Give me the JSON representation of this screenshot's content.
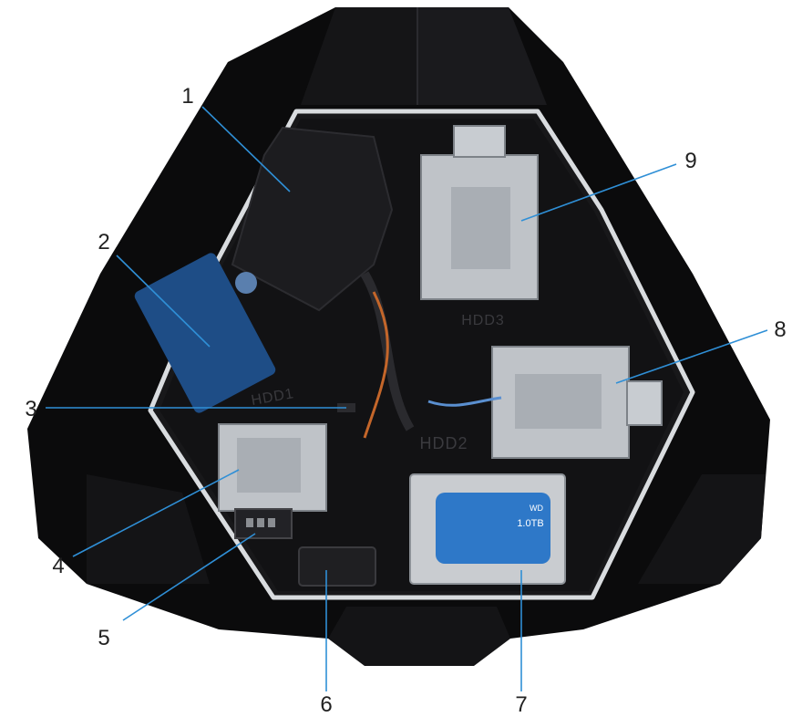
{
  "colors": {
    "chassis": "#0b0b0c",
    "chassis_highlight": "#2a2a2e",
    "tray": "#bfc3c8",
    "tray_edge": "#7d8288",
    "hdd_label": "#2e78c8",
    "leader": "#2f8fd6",
    "frame": "#d9dcdf"
  },
  "panel_labels": {
    "hdd3": "HDD3",
    "hdd2": "HDD2",
    "hdd1": "HDD1"
  },
  "drive_label": {
    "capacity": "1.0TB",
    "brand": "WD"
  },
  "callouts": [
    {
      "number": "1"
    },
    {
      "number": "2"
    },
    {
      "number": "3"
    },
    {
      "number": "4"
    },
    {
      "number": "5"
    },
    {
      "number": "6"
    },
    {
      "number": "7"
    },
    {
      "number": "8"
    },
    {
      "number": "9"
    }
  ]
}
